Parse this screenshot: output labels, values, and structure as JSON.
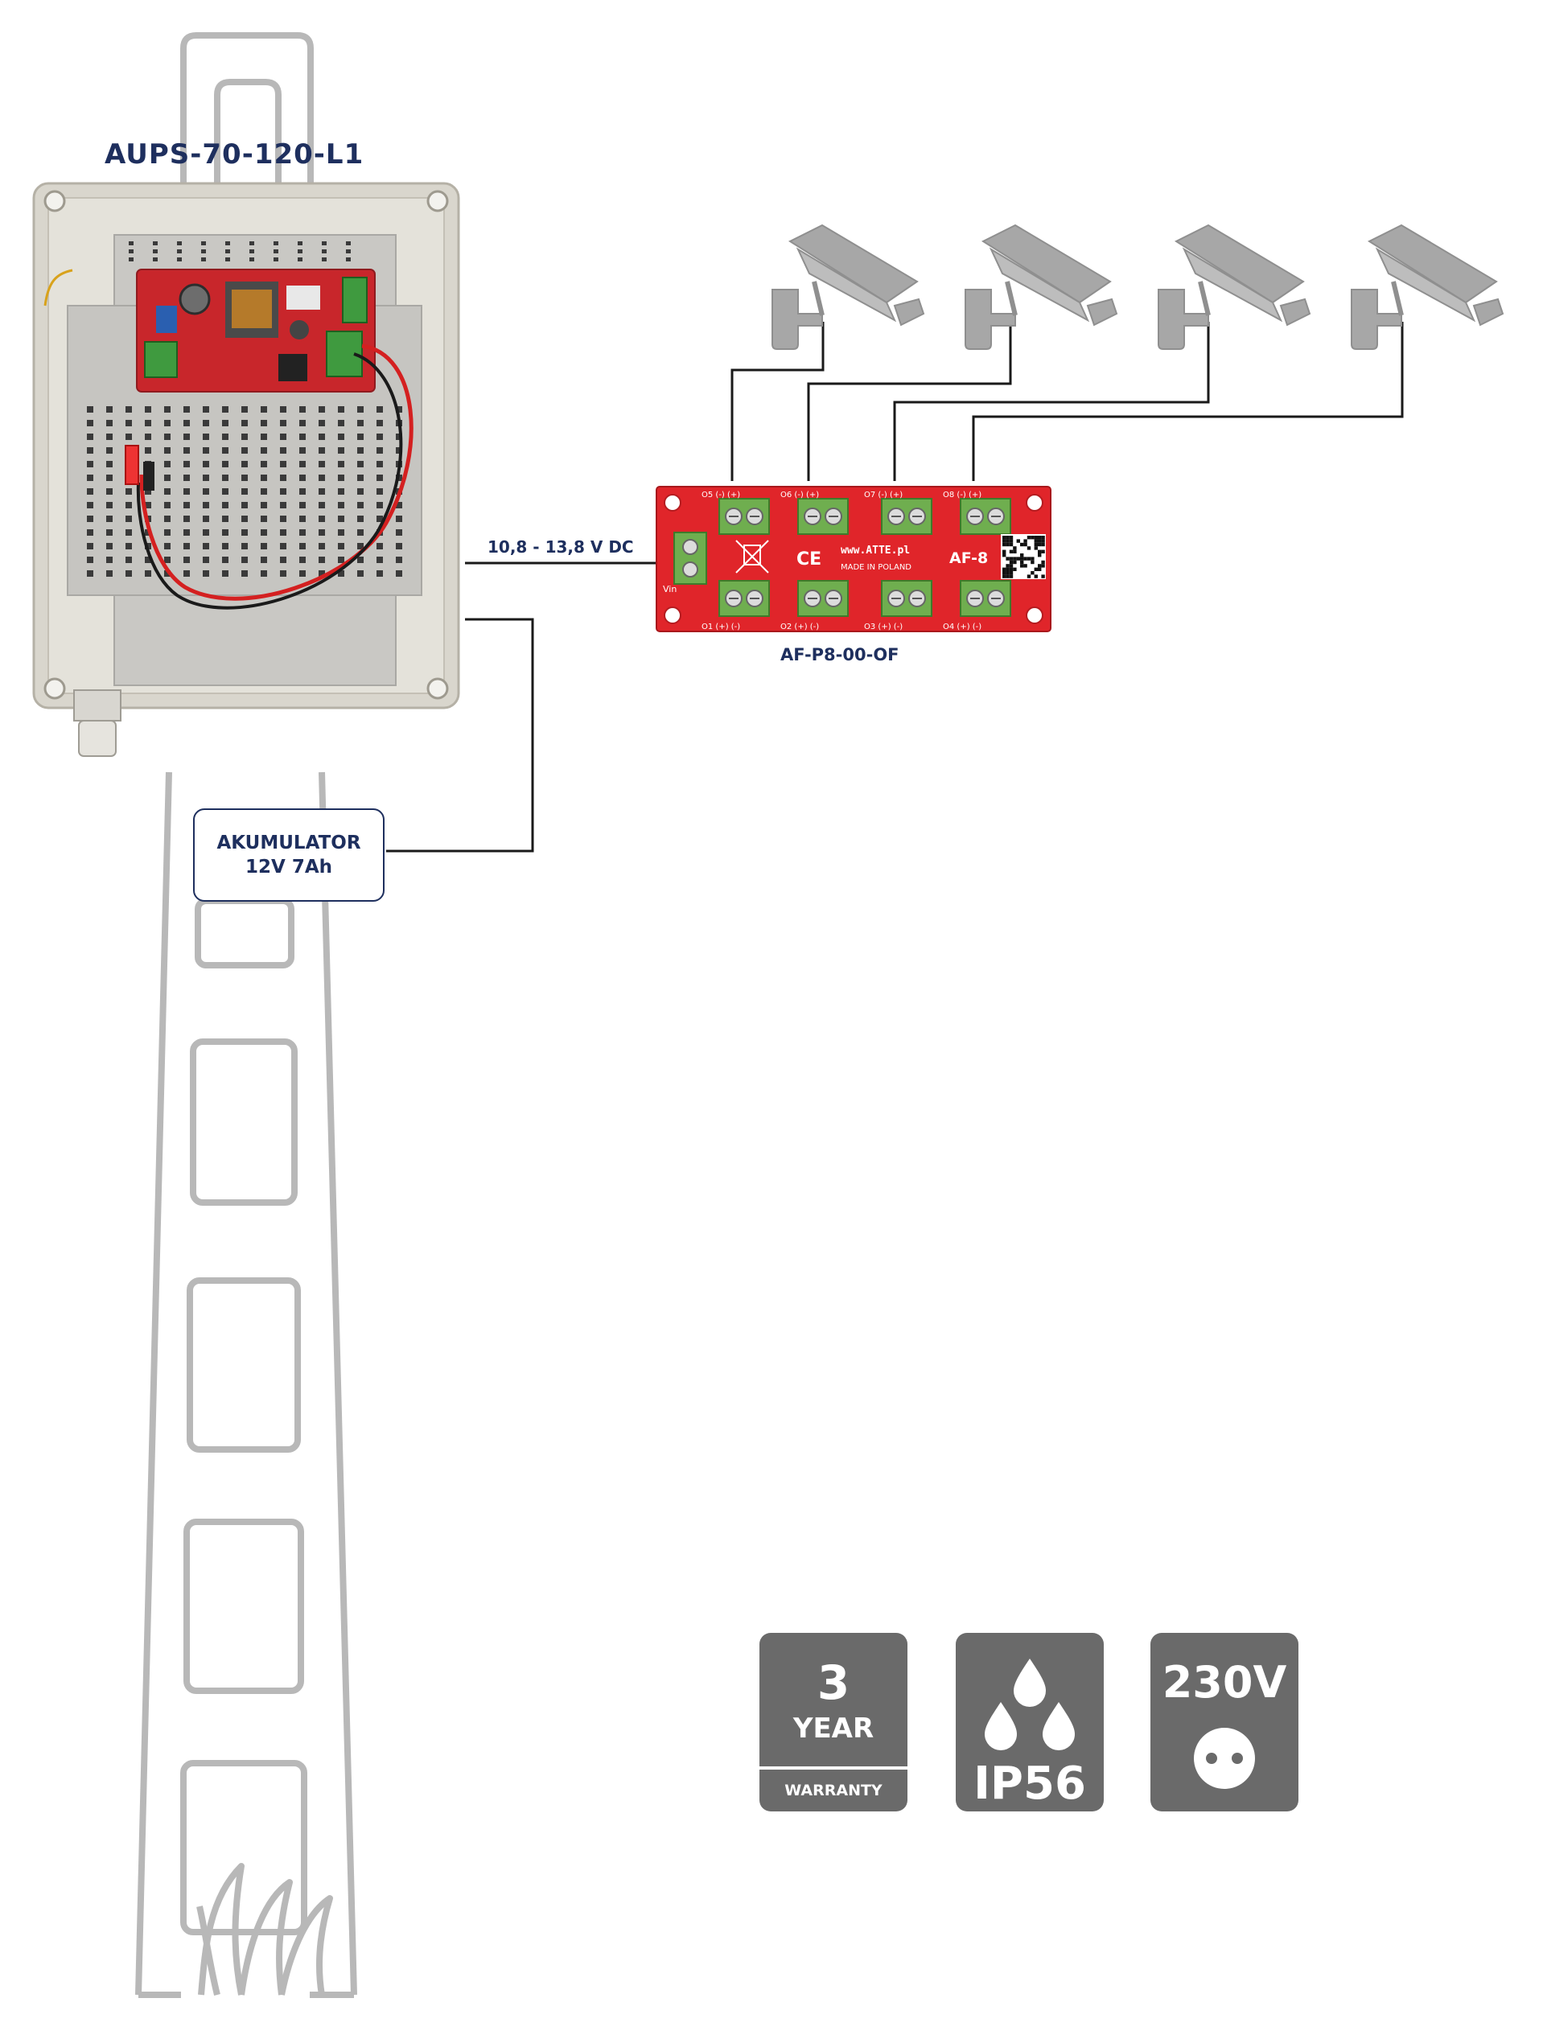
{
  "ups": {
    "model": "AUPS-70-120-L1"
  },
  "distributor": {
    "model": "AF-P8-00-OF",
    "board_label": "AF-8",
    "website": "www.ATTE.pl",
    "made_in": "MADE IN POLAND",
    "input_label": "Vin",
    "top_outputs": [
      "O5",
      "O6",
      "O7",
      "O8"
    ],
    "bottom_outputs": [
      "O1",
      "O2",
      "O3",
      "O4"
    ],
    "polarity": [
      "(-)",
      "(+)"
    ],
    "ce_mark": "CE"
  },
  "voltage": {
    "label": "10,8 - 13,8 V DC"
  },
  "battery": {
    "line1": "AKUMULATOR",
    "line2": "12V 7Ah"
  },
  "badges": {
    "warranty": {
      "number": "3",
      "word": "YEAR",
      "caption": "WARRANTY"
    },
    "ip": {
      "rating": "IP56"
    },
    "power": {
      "voltage": "230V"
    }
  },
  "cameras_count": 4,
  "colors": {
    "navy": "#1e2f5e",
    "board_red": "#e0252a",
    "terminal_green": "#6fae4f",
    "pole_gray": "#b8b8b8",
    "badge_gray": "#6a6a6a",
    "camera_gray": "#a7a7a7"
  }
}
